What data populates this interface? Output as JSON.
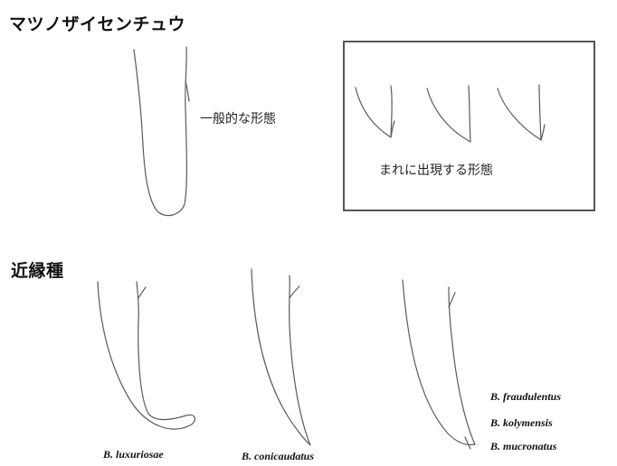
{
  "headings": {
    "main_species": "マツノザイセンチュウ",
    "related_species": "近縁種"
  },
  "notes": {
    "typical_form": "一般的な形態",
    "rare_forms": "まれに出現する形態"
  },
  "species": {
    "luxuriosae": "B. luxuriosae",
    "conicaudatus": "B. conicaudatus",
    "fraudulentus": "B. fraudulentus",
    "kolymensis": "B. kolymensis",
    "mucronatus": "B. mucronatus"
  },
  "colors": {
    "outline": "#5a5a5a",
    "box_border": "#555555"
  }
}
